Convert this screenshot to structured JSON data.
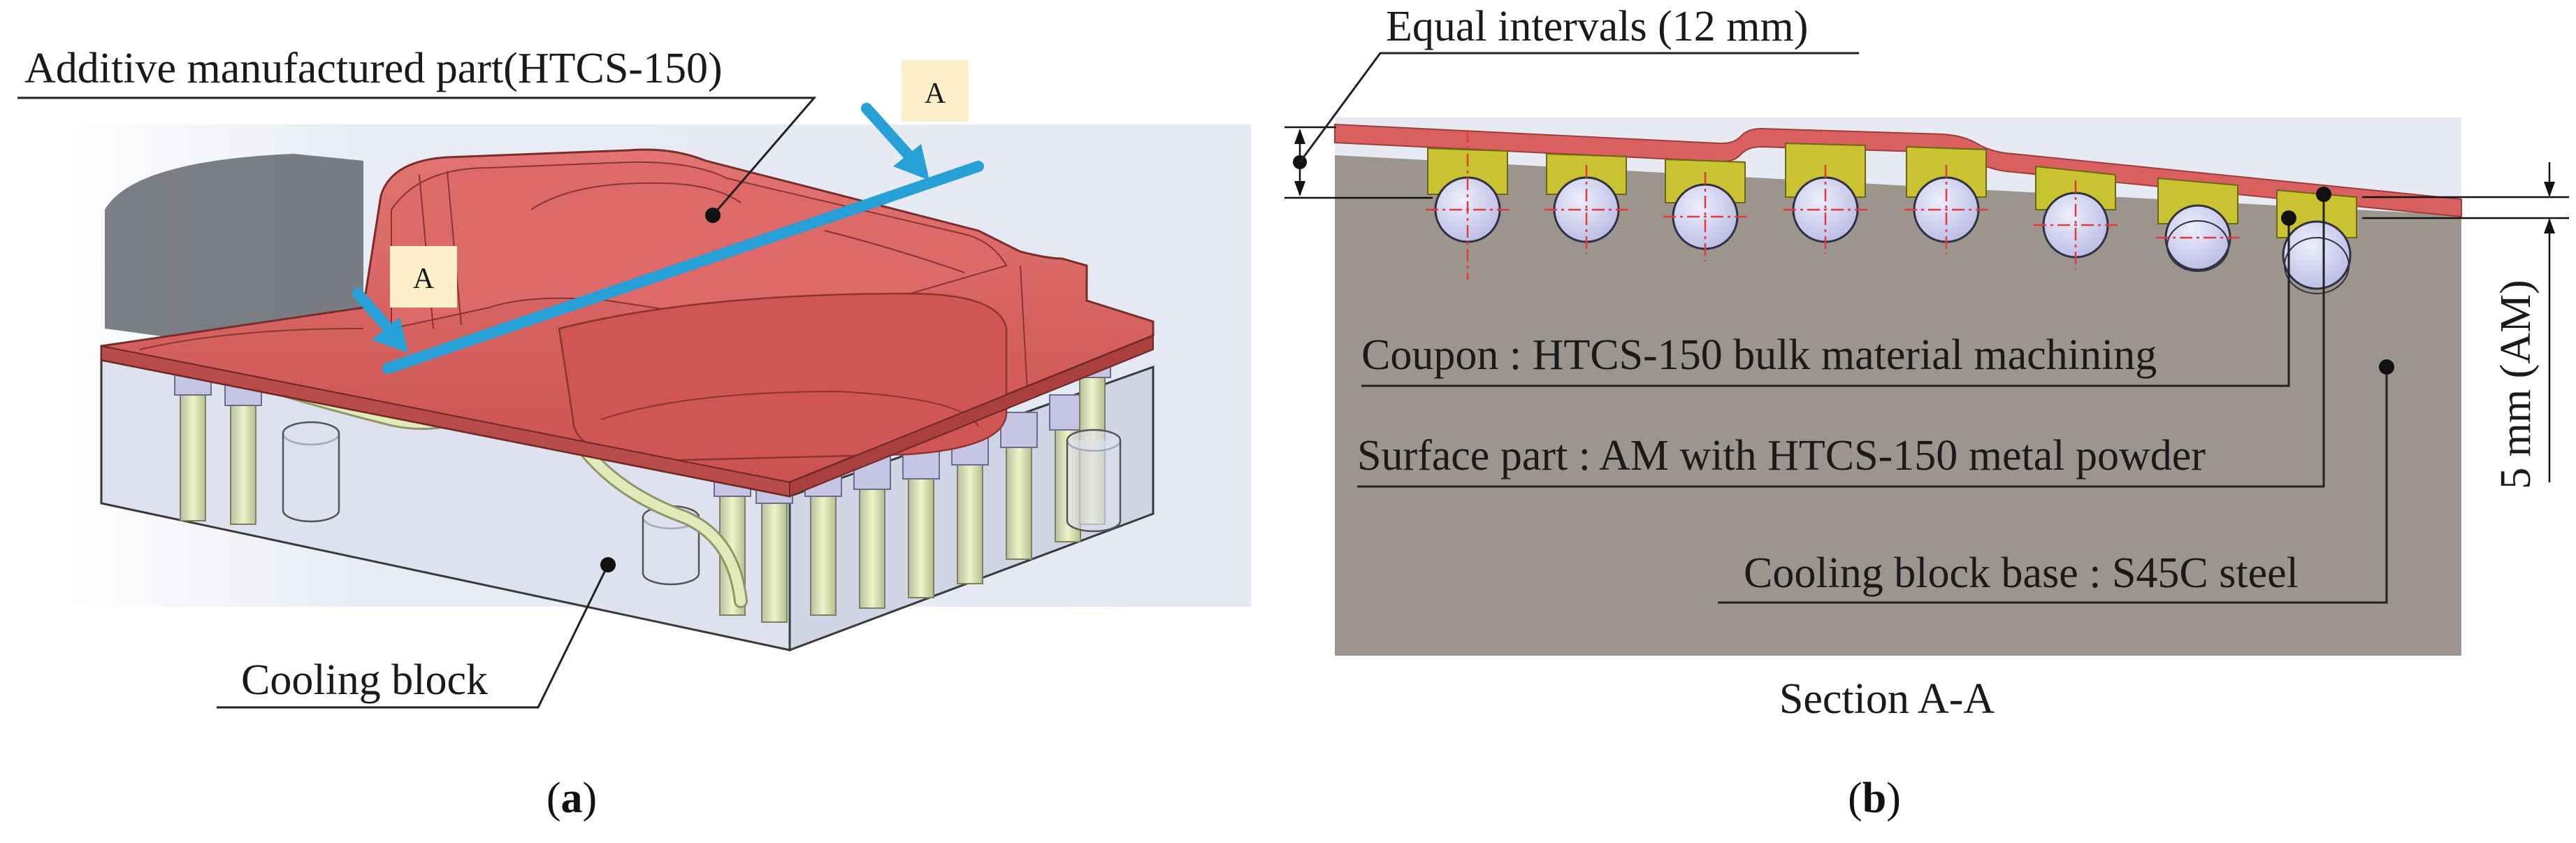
{
  "panel_a": {
    "label_open": "(",
    "label_letter": "a",
    "label_close": ")",
    "part_label": "Additive manufactured part(HTCS-150)",
    "block_label": "Cooling block",
    "section_marker_top": "A",
    "section_marker_bottom": "A"
  },
  "panel_b": {
    "label_open": "(",
    "label_letter": "b",
    "label_close": ")",
    "interval_label": "Equal intervals (12 mm)",
    "coupon_label": "Coupon : HTCS-150 bulk material machining",
    "surface_label": "Surface part : AM with HTCS-150 metal powder",
    "base_label": "Cooling block base : S45C steel",
    "thickness_label": "5 mm (AM)",
    "caption": "Section A-A"
  },
  "colors": {
    "am_part": "#d9605e",
    "am_part_dark": "#b84c4a",
    "cooling_block_fill": "#d7dbe8",
    "channel_green": "#dfe6b4",
    "pin_lavender": "#c8c8e6",
    "arrow_blue": "#27a0d8",
    "base_gray": "#9c958e",
    "coupon_yellow": "#c9c332",
    "hole_fill": "#cfd0ee",
    "marker_bg": "#fdf0c8",
    "centerline_red": "#e33b3b"
  }
}
